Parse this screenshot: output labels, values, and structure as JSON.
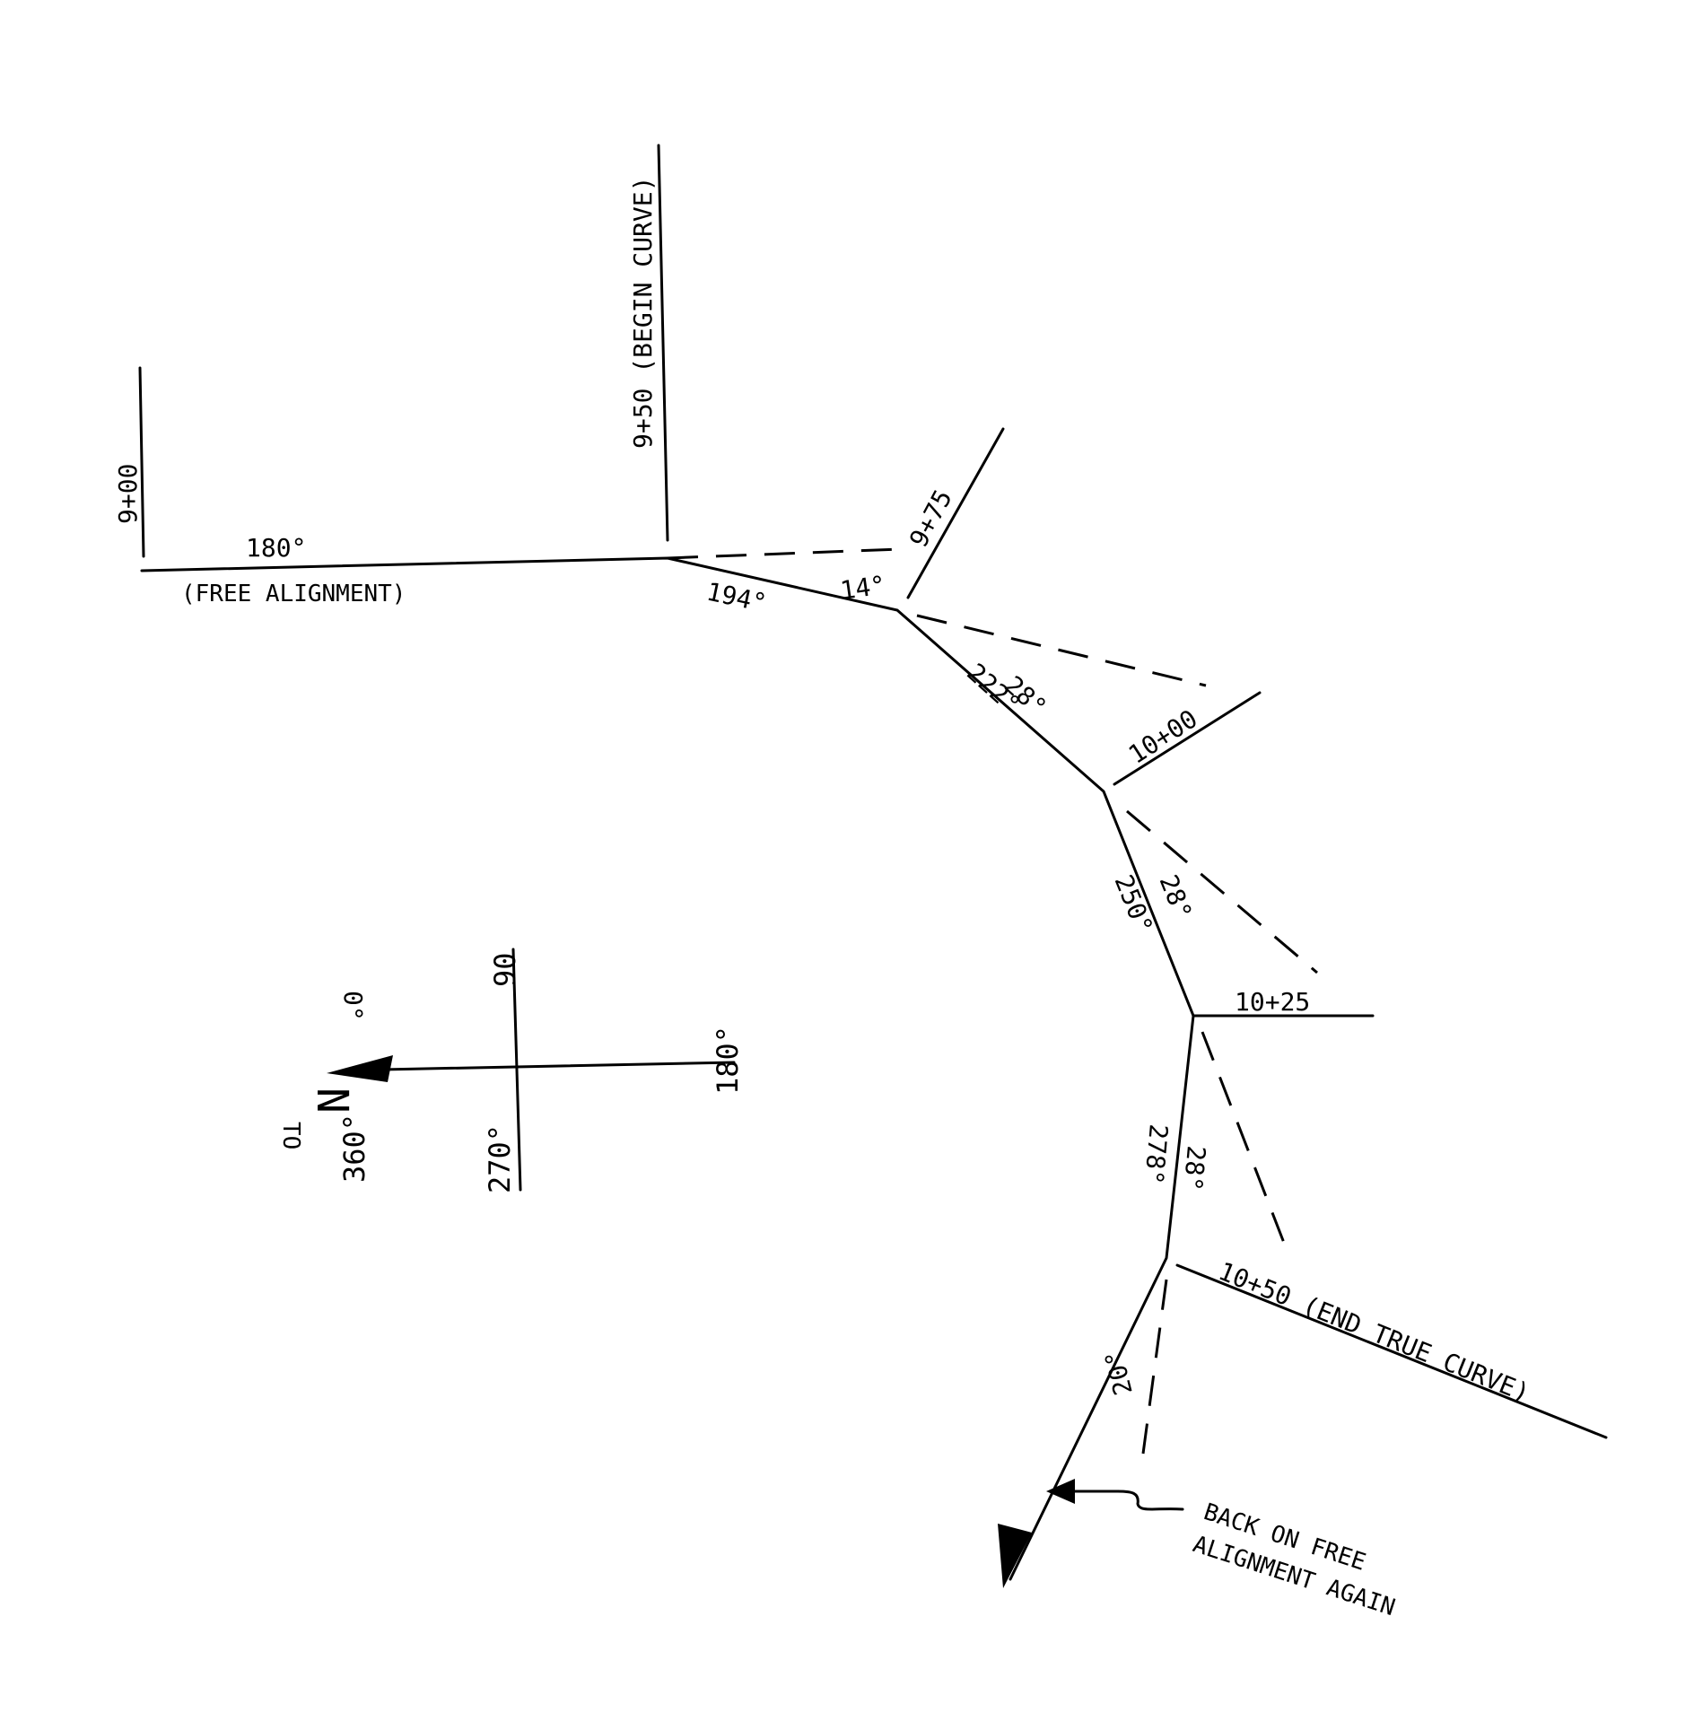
{
  "stations": {
    "s900": "9+00",
    "s950": "9+50 (BEGIN CURVE)",
    "s975": "9+75",
    "s1000": "10+00",
    "s1025": "10+25",
    "s1050": "10+50 (END TRUE CURVE)"
  },
  "alignment": {
    "initial_bearing": "180°",
    "initial_note": "(FREE ALIGNMENT)",
    "bearings": [
      "194°",
      "222°",
      "250°",
      "278°"
    ],
    "deflections": [
      "14°",
      "28°",
      "28°",
      "28°",
      "20°"
    ]
  },
  "compass": {
    "north_letter": "N",
    "north_deg": "0°",
    "east": "90",
    "south": "180°",
    "west": "270°",
    "full": "360°",
    "to": "TO"
  },
  "callout": {
    "line1": "BACK ON FREE",
    "line2": "ALIGNMENT AGAIN"
  }
}
